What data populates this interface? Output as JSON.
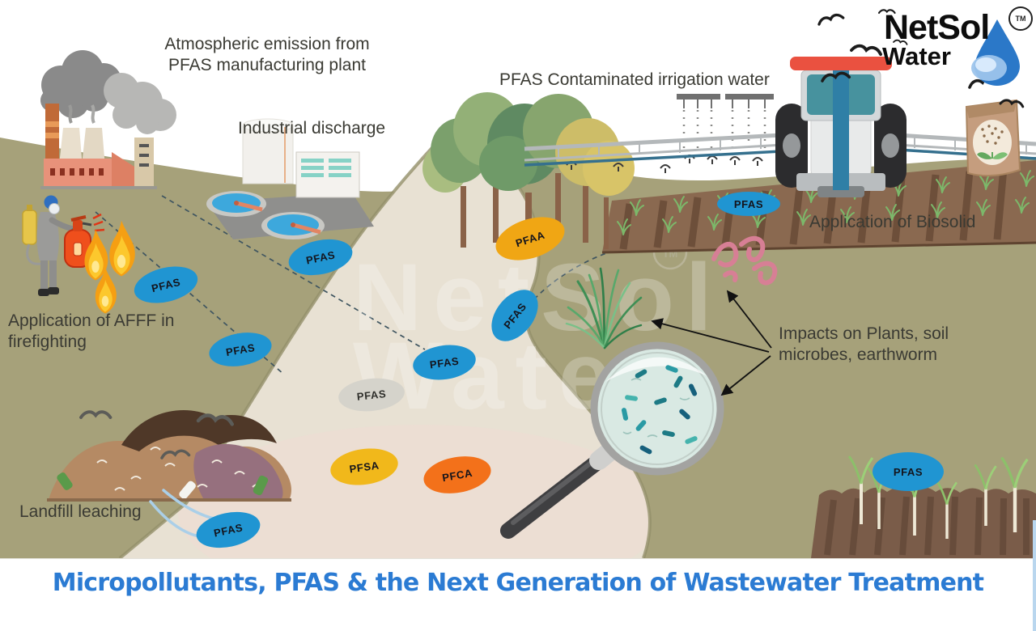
{
  "title": "Micropollutants, PFAS & the Next Generation of Wastewater Treatment",
  "logo": {
    "name": "NetSol",
    "sub": "Water",
    "tm": "TM"
  },
  "watermark": {
    "line1": "NetSol",
    "line2": "Water",
    "tm": "TM"
  },
  "labels": {
    "atmospheric_emission": "Atmospheric emission from\nPFAS manufacturing plant",
    "industrial_discharge": "Industrial discharge",
    "irrigation_water": "PFAS Contaminated irrigation water",
    "application_biosolid": "Application of Biosolid",
    "application_afff": "Application of AFFF in\nfirefighting",
    "landfill_leaching": "Landfill leaching",
    "impacts": "Impacts on Plants, soil\nmicrobes, earthworm"
  },
  "contaminants": [
    {
      "label": "PFAS",
      "color": "blue"
    },
    {
      "label": "PFAS",
      "color": "blue"
    },
    {
      "label": "PFAS",
      "color": "blue"
    },
    {
      "label": "PFAS",
      "color": "gray"
    },
    {
      "label": "PFAS",
      "color": "blue"
    },
    {
      "label": "PFAS",
      "color": "blue"
    },
    {
      "label": "PFAA",
      "color": "amber"
    },
    {
      "label": "PFAS",
      "color": "blue"
    },
    {
      "label": "PFSA",
      "color": "yellow"
    },
    {
      "label": "PFCA",
      "color": "orange"
    },
    {
      "label": "PFAS",
      "color": "blue"
    },
    {
      "label": "PFAS",
      "color": "blue"
    }
  ],
  "colors": {
    "oval_blue": "#2095d2",
    "oval_gray": "#d5d3cb",
    "oval_amber": "#f0a614",
    "oval_yellow": "#f1b81b",
    "oval_orange": "#f3711a",
    "title_blue": "#2b7bd3",
    "ground_olive": "#a6a17a",
    "stream_beige": "#e8e1d3",
    "label_gray": "#3a3a33"
  }
}
